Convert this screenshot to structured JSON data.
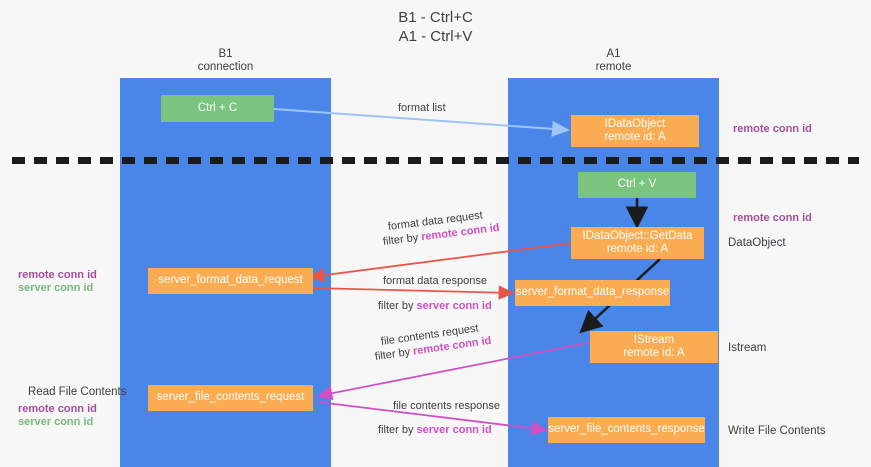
{
  "title": {
    "line1": "B1 - Ctrl+C",
    "line2": "A1 - Ctrl+V"
  },
  "columns": {
    "left": {
      "name": "B1",
      "role": "connection"
    },
    "right": {
      "name": "A1",
      "role": "remote"
    }
  },
  "nodes": {
    "ctrl_c": {
      "label": "Ctrl + C"
    },
    "ctrl_v": {
      "label": "Ctrl + V"
    },
    "idataobject": {
      "line1": "IDataObject",
      "line2": "remote id: A"
    },
    "getdata": {
      "line1": "IDataObject::GetData",
      "line2": "remote id: A"
    },
    "istream": {
      "line1": "IStream",
      "line2": "remote id: A"
    },
    "server_format_data_request": {
      "label": "server_format_data_request"
    },
    "server_format_data_response": {
      "label": "server_format_data_response"
    },
    "server_file_contents_request": {
      "label": "server_file_contents_request"
    },
    "server_file_contents_response": {
      "label": "server_file_contents_response"
    }
  },
  "right_labels": {
    "remote_conn_id_top": "remote conn id",
    "remote_conn_id_mid": "remote conn id",
    "dataobject": "DataObject",
    "istream": "Istream",
    "write_file_contents": "Write File Contents"
  },
  "left_labels": {
    "remote_conn_id": "remote conn id",
    "server_conn_id": "server conn id",
    "read_file_contents": "Read File Contents",
    "remote_conn_id_2": "remote conn id",
    "server_conn_id_2": "server conn id"
  },
  "edges": {
    "format_list": "format list",
    "format_data_request": "format data request",
    "format_data_request_filter_prefix": "filter by ",
    "format_data_request_filter_key": "remote conn id",
    "format_data_response": "format data response",
    "format_data_response_filter_prefix": "filter by ",
    "format_data_response_filter_key": "server conn id",
    "file_contents_request": "file contents request",
    "file_contents_request_filter_prefix": "filter by ",
    "file_contents_request_filter_key": "remote conn id",
    "file_contents_response": "file contents response",
    "file_contents_response_filter_prefix": "filter by ",
    "file_contents_response_filter_key": "server conn id"
  },
  "colors": {
    "band": "#4a86e8",
    "green_node": "#7bc47f",
    "orange_node": "#f9ac51",
    "purple": "#a64d9a",
    "magenta": "#cf4fc4",
    "green_text": "#76b97c",
    "red_arrow": "#e8564a",
    "blue_arrow": "#9fc5f8",
    "background": "#f7f7f7"
  }
}
